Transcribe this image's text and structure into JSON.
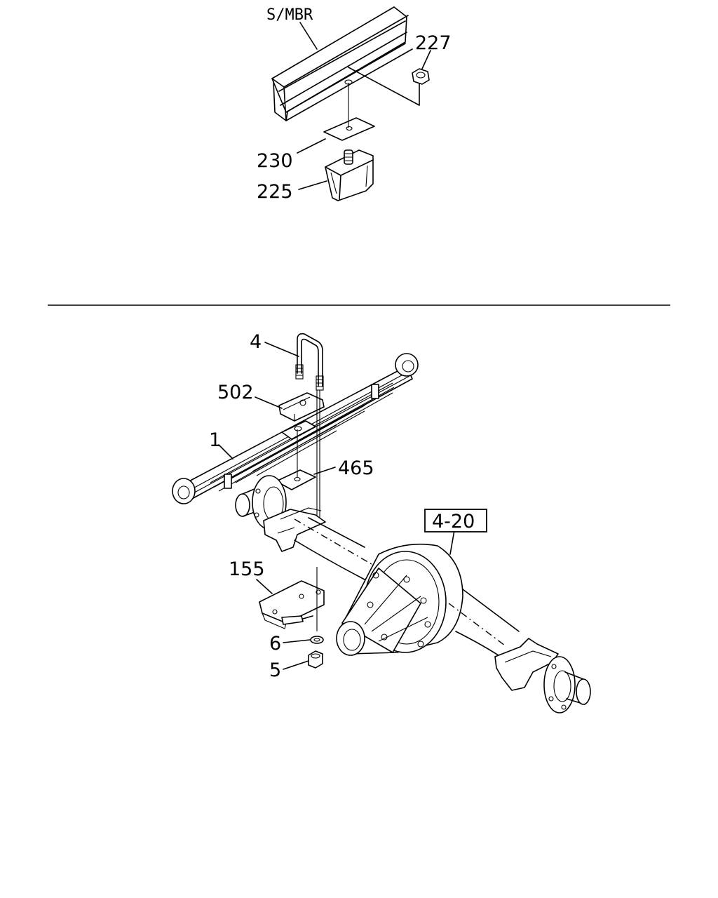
{
  "upper": {
    "labels": {
      "frame": "S/MBR",
      "nut": "227",
      "plate": "230",
      "bumper": "225"
    }
  },
  "lower": {
    "labels": {
      "u_bolt": "4",
      "bracket": "502",
      "leaf_spring": "1",
      "spacer": "465",
      "seat": "155",
      "washer": "6",
      "nut": "5",
      "axle_ref": "4-20"
    }
  }
}
